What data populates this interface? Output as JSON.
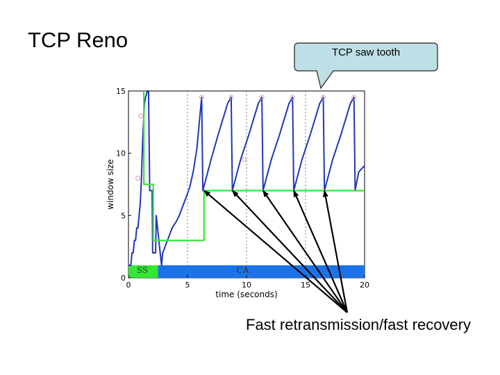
{
  "slide": {
    "title": "TCP Reno",
    "callout": "TCP saw tooth",
    "footnote": "Fast retransmission/fast recovery"
  },
  "colors": {
    "window": "#1f35b5",
    "threshold": "#33e833",
    "phase_bar": "#1a73e8",
    "ss_box": "#33e833",
    "callout_fill": "#bedfe5",
    "callout_border": "#444444",
    "loss_marker": "#d9a0a0"
  },
  "chart_data": {
    "type": "line",
    "title": "",
    "xlabel": "time (seconds)",
    "ylabel": "window size",
    "xlim": [
      0,
      20
    ],
    "ylim": [
      0,
      15
    ],
    "xticks": [
      0,
      5,
      10,
      15,
      20
    ],
    "yticks": [
      0,
      5,
      10,
      15
    ],
    "grid": "dotted vertical lines at 5, 10, 15",
    "series": [
      {
        "role": "window",
        "x": [
          0.0,
          0.2,
          0.3,
          0.4,
          0.5,
          0.6,
          0.7,
          0.8,
          0.9,
          1.0,
          1.1,
          1.2,
          1.35,
          1.45,
          1.6,
          1.7,
          1.8,
          2.0,
          2.05,
          2.3,
          2.35,
          2.8,
          2.9,
          3.1,
          3.3,
          3.5,
          3.7,
          3.9,
          4.1,
          4.3,
          4.5,
          4.7,
          4.9,
          5.2,
          5.5,
          5.8,
          6.0,
          6.2,
          6.3,
          7.0,
          7.6,
          8.4,
          8.7,
          8.8,
          9.5,
          10.2,
          11.0,
          11.3,
          11.4,
          12.1,
          12.8,
          13.6,
          13.9,
          14.0,
          14.7,
          15.4,
          16.2,
          16.5,
          16.6,
          17.3,
          18.0,
          18.8,
          19.1,
          19.2,
          19.5,
          20.0
        ],
        "y": [
          1,
          1,
          2,
          2,
          3,
          3,
          4,
          4,
          5,
          6,
          8,
          11,
          14,
          14.5,
          15,
          15,
          7,
          7,
          2,
          2,
          5,
          1,
          2,
          2.5,
          3,
          3.5,
          4,
          4.3,
          4.6,
          5,
          5.5,
          6,
          6.5,
          7.3,
          8.6,
          10.4,
          12.5,
          14.5,
          7,
          9.5,
          11.5,
          14,
          14.5,
          7,
          9.5,
          11.5,
          14,
          14.5,
          7,
          9.5,
          11.5,
          14,
          14.5,
          7,
          9.5,
          11.5,
          14,
          14.5,
          7,
          9.5,
          11.5,
          14,
          14.5,
          7,
          8.5,
          9
        ]
      },
      {
        "role": "threshold",
        "x": [
          1.3,
          1.3,
          2.1,
          2.1,
          6.4,
          6.4,
          20.0
        ],
        "y": [
          15,
          7.5,
          7.5,
          3,
          3,
          7,
          7
        ]
      }
    ],
    "loss_markers": [
      {
        "x": 1.05,
        "y": 13
      },
      {
        "x": 0.8,
        "y": 8
      },
      {
        "x": 6.2,
        "y": 14.5
      },
      {
        "x": 8.7,
        "y": 14.5
      },
      {
        "x": 11.3,
        "y": 14.5
      },
      {
        "x": 13.9,
        "y": 14.5
      },
      {
        "x": 16.5,
        "y": 14.5
      },
      {
        "x": 19.1,
        "y": 14.5
      },
      {
        "x": 9.8,
        "y": 9.5
      }
    ],
    "phases": [
      {
        "label": "SS",
        "x0": 0.0,
        "x1": 2.5
      },
      {
        "label": "CA",
        "x0": 2.5,
        "x1": 20.0
      }
    ],
    "annotation_targets": [
      {
        "x": 6.4,
        "y": 7
      },
      {
        "x": 8.8,
        "y": 7
      },
      {
        "x": 11.4,
        "y": 7
      },
      {
        "x": 14.0,
        "y": 7
      },
      {
        "x": 16.6,
        "y": 7
      }
    ]
  }
}
